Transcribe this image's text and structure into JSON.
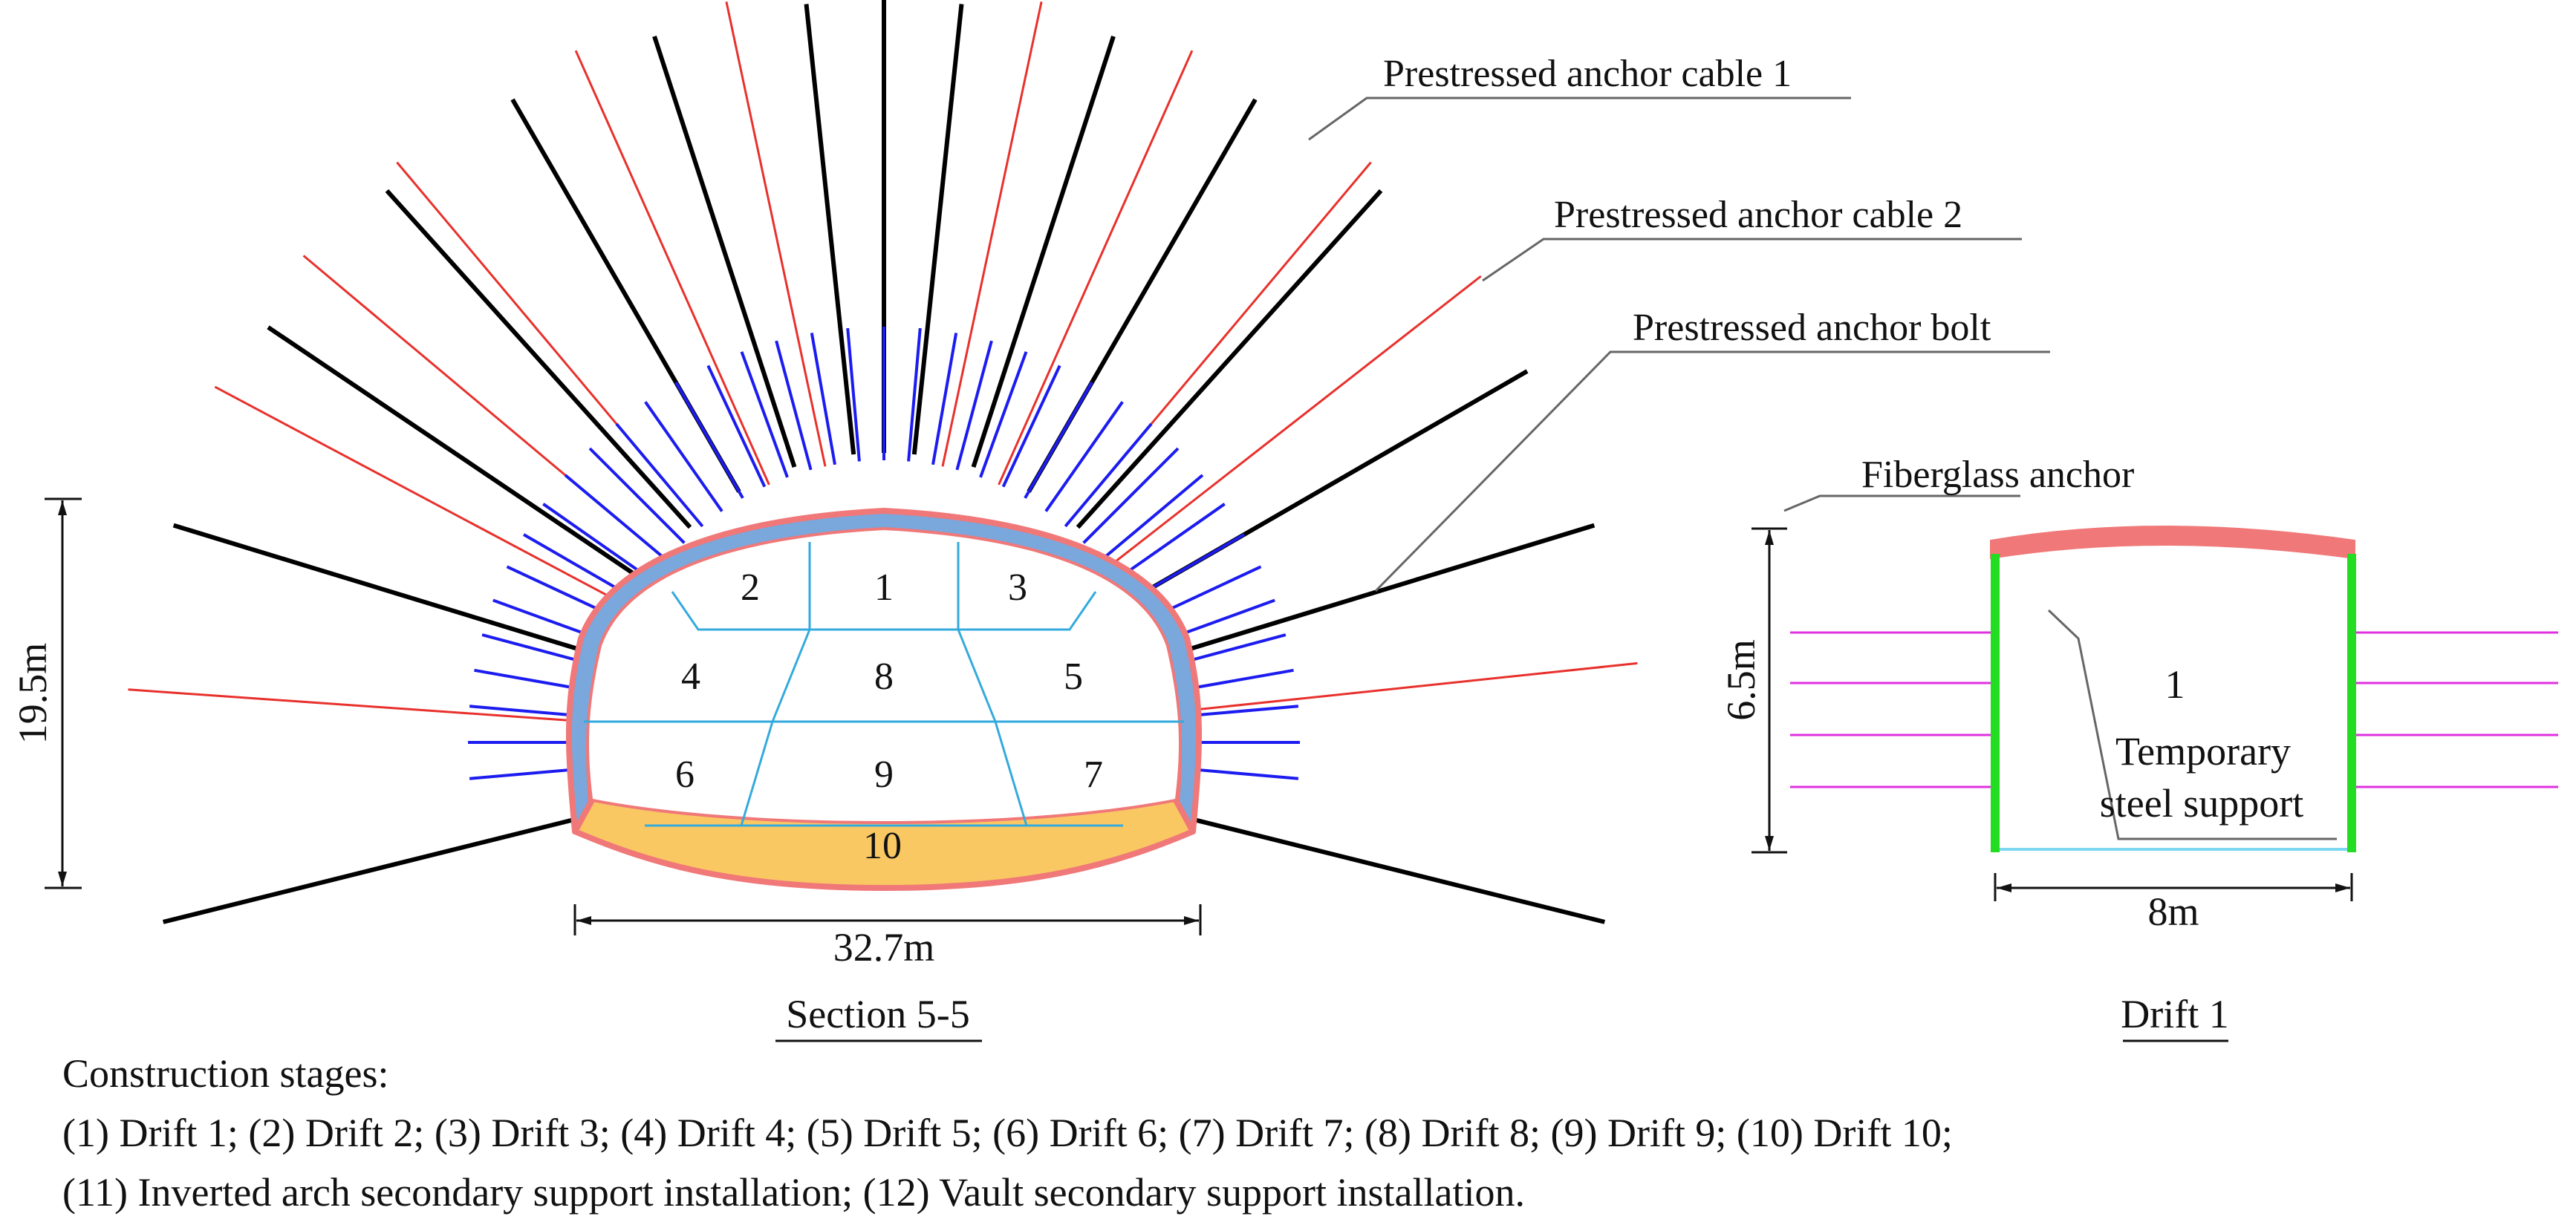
{
  "callouts": {
    "cable1": "Prestressed anchor cable 1",
    "cable2": "Prestressed anchor cable 2",
    "bolt": "Prestressed anchor bolt",
    "fiberglass": "Fiberglass anchor",
    "steel_support": [
      "Temporary",
      "steel support"
    ]
  },
  "dimensions": {
    "section_height": "19.5m",
    "section_width": "32.7m",
    "drift_height": "6.5m",
    "drift_width": "8m"
  },
  "drift_numbers": [
    "1",
    "2",
    "3",
    "4",
    "5",
    "6",
    "7",
    "8",
    "9",
    "10"
  ],
  "drift1_number": "1",
  "captions": {
    "section": "Section 5-5",
    "drift": "Drift 1"
  },
  "stages": {
    "title": "Construction stages:",
    "line1": "(1) Drift 1; (2) Drift 2; (3) Drift 3; (4) Drift 4; (5) Drift 5; (6) Drift 6; (7) Drift 7; (8) Drift 8; (9) Drift 9; (10) Drift 10;",
    "line2": "(11) Inverted arch secondary support installation; (12) Vault secondary support installation."
  },
  "colors": {
    "anchor_cable_1": "#000000",
    "anchor_cable_2": "#e8312c",
    "anchor_bolt": "#1c1cf0",
    "fiberglass_anchor": "#e030e0",
    "primary_lining_vault": "#7aa7dc",
    "lining_outline": "#f07878",
    "invert_fill": "#f9c863",
    "steel_support": "#22dd22",
    "drift_crown": "#f07878",
    "drift_floor": "#7dd7f0"
  }
}
